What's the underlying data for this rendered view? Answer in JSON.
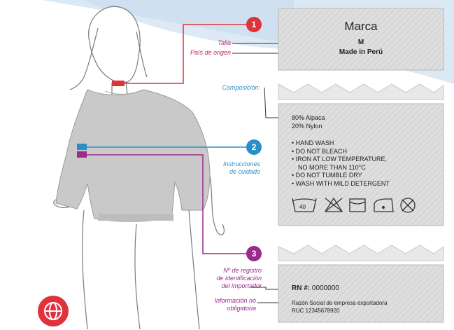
{
  "callouts": {
    "step1": {
      "number": "1",
      "color": "#e0323c"
    },
    "step2": {
      "number": "2",
      "color": "#2b8fc7"
    },
    "step3": {
      "number": "3",
      "color": "#9a2a8c"
    }
  },
  "labels": {
    "talla": "Talla",
    "pais_origen": "País de origen",
    "composicion": "Composición:",
    "instrucciones_line1": "Instrucciones",
    "instrucciones_line2": "de cuidado",
    "registro_line1": "Nº de registro",
    "registro_line2": "de identificación",
    "registro_line3": "del importador",
    "info_line1": "Información no",
    "info_line2": "obligatoria"
  },
  "tag1": {
    "brand": "Marca",
    "size": "M",
    "origin": "Made in Perú"
  },
  "tag2": {
    "composition": [
      "80% Alpaca",
      "20% Nylon"
    ],
    "care": [
      "• HAND WASH",
      "• DO NOT BLEACH",
      "• IRON AT LOW TEMPERATURE,",
      "NO MORE THAN 110°C",
      "• DO NOT TUMBLE DRY",
      "• WASH WITH MILD DETERGENT"
    ],
    "wash_temp": "40"
  },
  "tag3": {
    "rn_label": "RN #:",
    "rn_value": "0000000",
    "company": "Razón Social de empresa exportadora",
    "ruc": "RUC 12345678920"
  },
  "icons": [
    "wash-40-icon",
    "no-bleach-icon",
    "tumble-dry-icon",
    "iron-low-icon",
    "no-dry-clean-icon",
    "globe-icon"
  ],
  "colors": {
    "pink": "#c4276b",
    "blue": "#2b8fc7",
    "purple": "#9a2a8c",
    "globe": "#e0323c",
    "sweater": "#c9c9c9"
  }
}
